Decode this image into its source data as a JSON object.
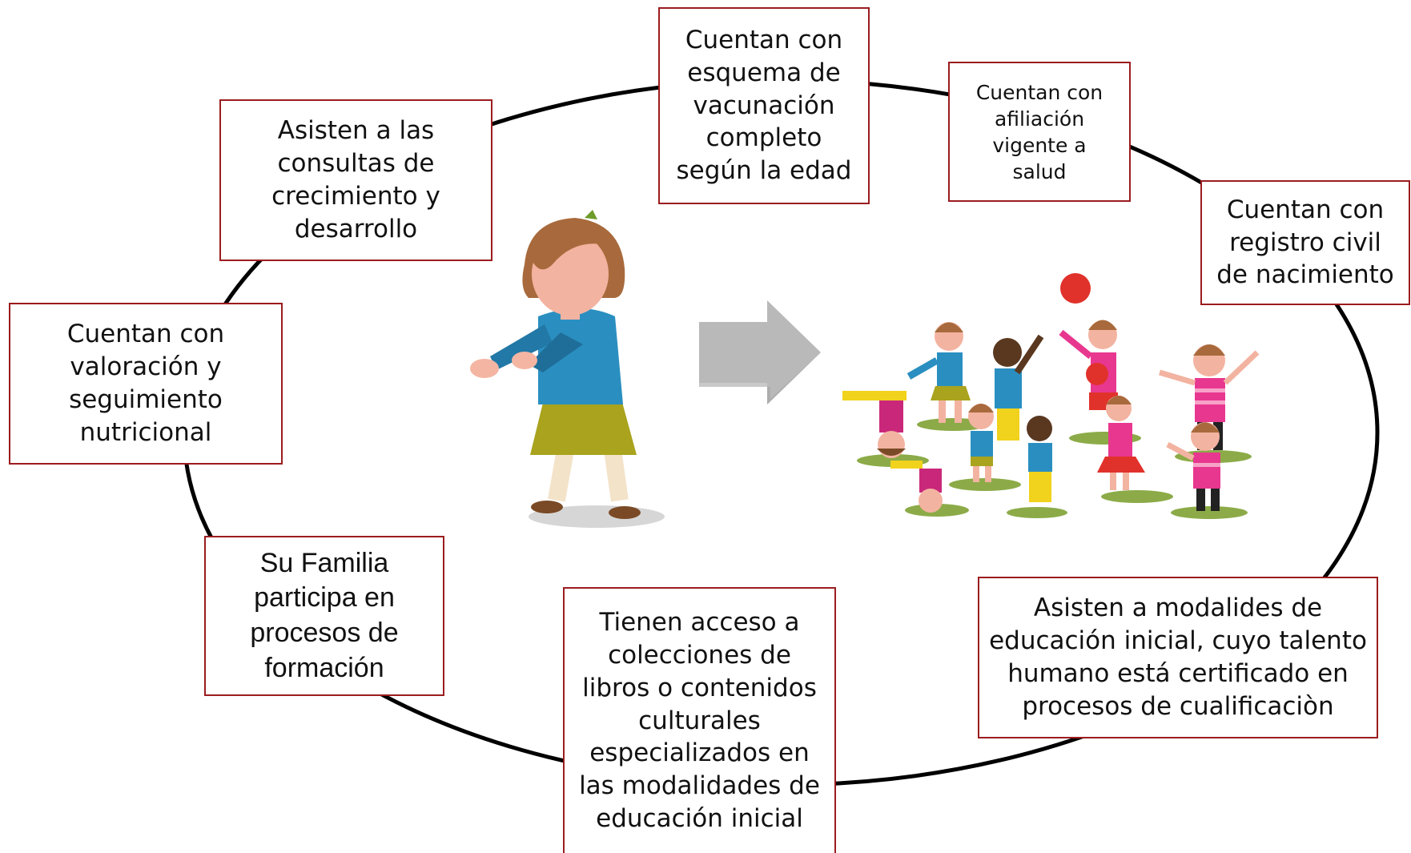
{
  "diagram": {
    "boxes": {
      "vaccination": "Cuentan con\nesquema de\nvacunación\ncompleto\nsegún la edad",
      "health_affiliation": "Cuentan con\nafiliación\nvigente a\nsalud",
      "civil_registry": "Cuentan con\nregistro civil\nde nacimiento",
      "growth_checkups": "Asisten a las\nconsultas de\ncrecimiento y\ndesarrollo",
      "nutrition": "Cuentan con\nvaloración y\nseguimiento\nnutricional",
      "family_training": "Su Familia\nparticipa en\nprocesos de\nformación",
      "cultural_access": "Tienen acceso a\ncolecciones de\nlibros o contenidos\nculturales\nespecializados en\nlas modalidades de\neducación inicial",
      "initial_education": "Asisten a modalides de\neducación inicial, cuyo talento\nhumano está certificado en\nprocesos de cualificaciòn"
    },
    "colors": {
      "box_border": "#9b1c1f",
      "ring": "#000000",
      "arrow": "#b9b9b9",
      "ball": "#e0322b"
    },
    "illustrations": [
      "single-child-illustration",
      "children-playing-illustration"
    ],
    "arrow_icon": "right-arrow-icon"
  }
}
